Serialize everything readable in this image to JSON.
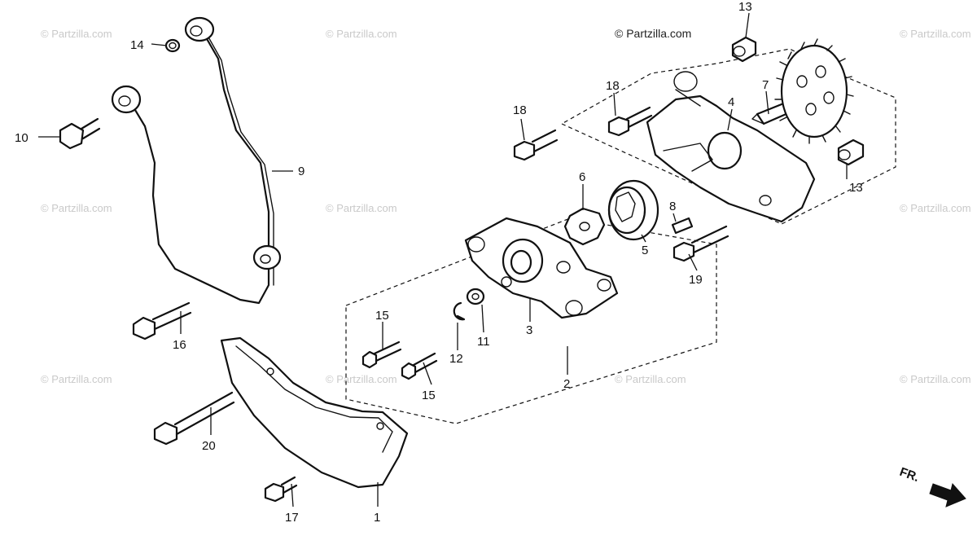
{
  "watermark": {
    "text": "© Partzilla.com"
  },
  "callouts": {
    "c1": "1",
    "c2": "2",
    "c3": "3",
    "c4": "4",
    "c5": "5",
    "c6": "6",
    "c7": "7",
    "c8": "8",
    "c9": "9",
    "c10": "10",
    "c11": "11",
    "c12": "12",
    "c13a": "13",
    "c13b": "13",
    "c14": "14",
    "c15a": "15",
    "c15b": "15",
    "c16": "16",
    "c17": "17",
    "c18a": "18",
    "c18b": "18",
    "c19": "19",
    "c20": "20"
  },
  "direction_indicator": {
    "label": "FR."
  },
  "colors": {
    "line": "#111111",
    "watermark": "#c9c9c9",
    "background": "#ffffff"
  }
}
